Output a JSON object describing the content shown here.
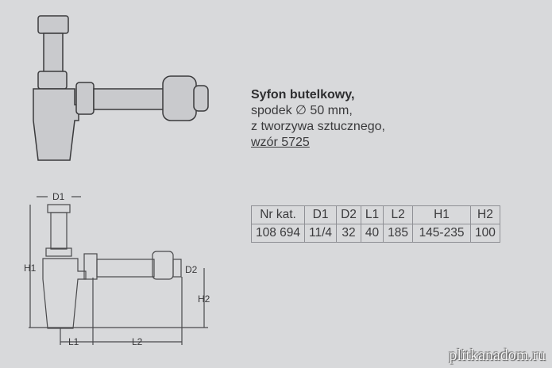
{
  "product": {
    "title": "Syfon butelkowy,",
    "line2": "spodek ∅ 50 mm,",
    "line3": "z tworzywa sztucznego,",
    "model": "wzór 5725"
  },
  "table": {
    "headers": [
      "Nr kat.",
      "D1",
      "D2",
      "L1",
      "L2",
      "H1",
      "H2"
    ],
    "rows": [
      [
        "108 694",
        "11/4",
        "32",
        "40",
        "185",
        "145-235",
        "100"
      ]
    ]
  },
  "diagram_labels": {
    "d1": "D1",
    "d2": "D2",
    "l1": "L1",
    "l2": "L2",
    "h1": "H1",
    "h2": "H2"
  },
  "watermark": "plitkanadom.ru"
}
